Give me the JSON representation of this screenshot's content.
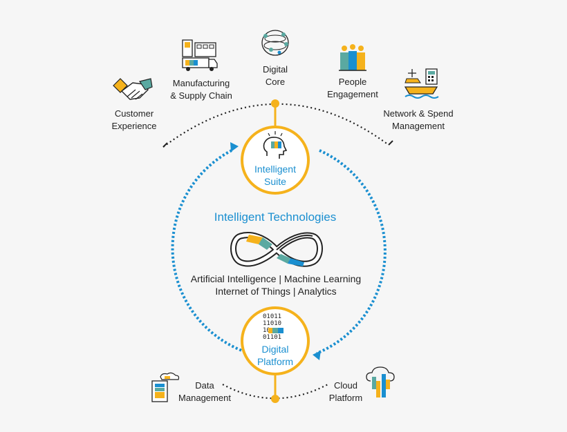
{
  "colors": {
    "accent_orange": "#f5b21c",
    "accent_blue": "#1a8fd0",
    "accent_teal": "#5aa9a1",
    "dark": "#222222"
  },
  "top_capabilities": [
    {
      "label": "Customer\nExperience",
      "icon": "handshake-icon"
    },
    {
      "label": "Manufacturing\n& Supply Chain",
      "icon": "factory-truck-icon"
    },
    {
      "label": "Digital\nCore",
      "icon": "core-sphere-icon"
    },
    {
      "label": "People\nEngagement",
      "icon": "people-icon"
    },
    {
      "label": "Network & Spend\nManagement",
      "icon": "network-spend-icon"
    }
  ],
  "suite": {
    "label": "Intelligent\nSuite",
    "icon": "brain-head-icon"
  },
  "technologies": {
    "title": "Intelligent Technologies",
    "line1": "Artificial Intelligence | Machine Learning",
    "line2": "Internet of Things | Analytics",
    "icon": "infinity-icon"
  },
  "platform": {
    "label": "Digital\nPlatform",
    "icon": "binary-data-icon",
    "binary": [
      "01011",
      "11010",
      "10",
      "01101"
    ]
  },
  "bottom_capabilities": [
    {
      "label": "Data\nManagement",
      "icon": "data-document-icon"
    },
    {
      "label": "Cloud\nPlatform",
      "icon": "cloud-bars-icon"
    }
  ]
}
